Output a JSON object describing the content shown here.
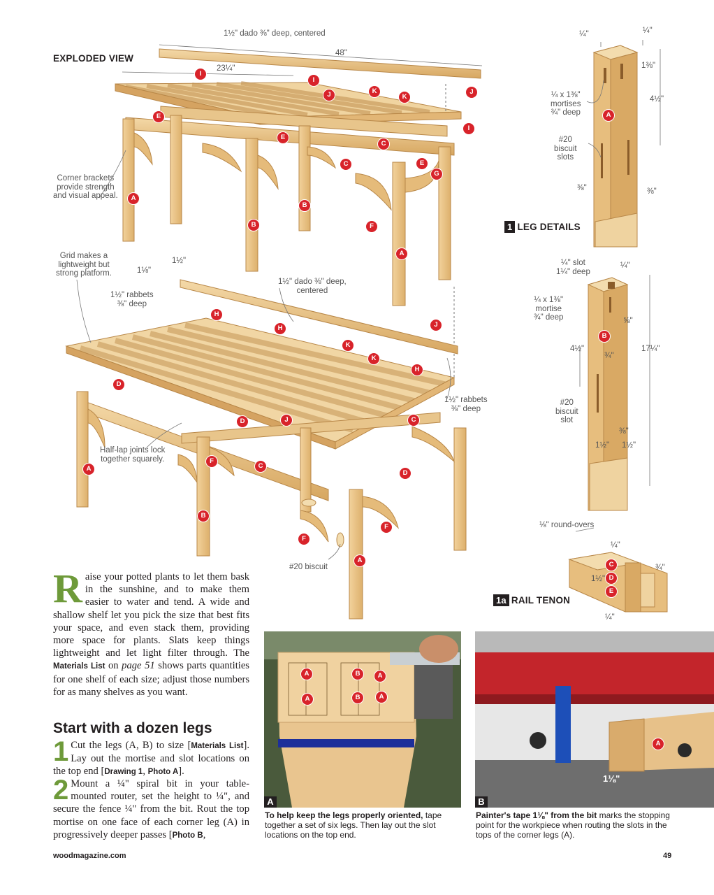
{
  "exploded_view": {
    "title": "EXPLODED VIEW",
    "dims": {
      "dado_top": "1½\" dado ⅜\" deep, centered",
      "length_48": "48\"",
      "length_23": "23¼\"",
      "grid_15": "1½\"",
      "grid_18": "1⅛\"",
      "rabbets_left": "1½\" rabbets\n⅜\" deep",
      "dado_mid": "1½\" dado ⅜\" deep,\ncentered",
      "rabbets_right": "1½\" rabbets\n⅜\" deep"
    },
    "callouts": {
      "corner_brackets": "Corner brackets\nprovide strength\nand visual appeal.",
      "grid": "Grid makes a\nlightweight but\nstrong platform.",
      "half_lap": "Half-lap joints lock\ntogether squarely.",
      "biscuit": "#20 biscuit"
    },
    "part_tags": [
      "A",
      "B",
      "C",
      "D",
      "E",
      "F",
      "G",
      "H",
      "I",
      "J",
      "K"
    ]
  },
  "leg_details": {
    "number": "1",
    "title": "LEG DETAILS",
    "dims": {
      "top_left": "¼\"",
      "top_right": "¼\"",
      "d138": "1⅜\"",
      "d412": "4½\"",
      "mortises": "¼ x 1⅜\"\nmortises\n¾\" deep",
      "biscuit": "#20\nbiscuit\nslots",
      "low_left": "⅜\"",
      "low_right": "⅜\""
    }
  },
  "leg_b": {
    "dims": {
      "slot": "¼\" slot\n1¼\" deep",
      "top_right": "¼\"",
      "mortise": "¼ x 1⅜\"\nmortise\n¾\" deep",
      "d58": "⅝\"",
      "d412": "4½\"",
      "d34": "¾\"",
      "d1714": "17¼\"",
      "biscuit": "#20\nbiscuit\nslot",
      "d38": "⅜\"",
      "w1": "1½\"",
      "w2": "1½\"",
      "roundovers": "⅛\" round-overs"
    }
  },
  "rail_tenon": {
    "number": "1a",
    "title": "RAIL TENON",
    "dims": {
      "top": "¼\"",
      "right": "¾\"",
      "left": "1½\"",
      "bottom": "¼\""
    }
  },
  "intro": {
    "dropcap": "R",
    "text_1": "aise your potted plants to let them bask in the sunshine, and to make them easier to water and tend. A wide and shallow shelf let you pick the size that best fits your space, and even stack them, providing more space for plants. Slats keep things lightweight and let light filter through. The ",
    "ref_materials": "Materials List",
    "text_2": " on ",
    "page_ref": "page 51",
    "text_3": " shows parts quantities for one shelf of each size; adjust those numbers for as many shelves as you want."
  },
  "section": {
    "heading": "Start with a dozen legs",
    "step1": {
      "num": "1",
      "a": "Cut the legs (A, B) to size [",
      "ref1": "Materials List",
      "b": "]. Lay out the mortise and slot locations on the top end [",
      "ref2": "Drawing 1",
      "c": ", ",
      "ref3": "Photo A",
      "d": "]."
    },
    "step2": {
      "num": "2",
      "a": "Mount a ¼\" spiral bit in your table-mounted router, set the height to ¼\", and secure the fence ¼\" from the bit. Rout the top mortise on one face of each corner leg (A) in progressively deeper passes [",
      "ref1": "Photo B",
      "b": ","
    }
  },
  "photo_a": {
    "label": "A",
    "caption_bold": "To help keep the legs properly oriented,",
    "caption": " tape together a set of six legs. Then lay out the slot locations on the top end.",
    "tags": [
      "A",
      "B",
      "A",
      "A",
      "B",
      "A"
    ]
  },
  "photo_b": {
    "label": "B",
    "caption_bold": "Painter's tape 1⅛\" from the bit",
    "caption": " marks the stopping point for the workpiece when routing the slots in the tops of the corner legs (A).",
    "tag": "A",
    "dim": "1⅛\""
  },
  "footer": {
    "site": "woodmagazine.com",
    "page": "49"
  },
  "colors": {
    "tag_red": "#d8232a",
    "wood": "#e9c48a",
    "wood_dark": "#c99a5a",
    "accent_green": "#6e9a3a",
    "tape_blue": "#1d4fb8",
    "saw_red": "#c3252b"
  }
}
